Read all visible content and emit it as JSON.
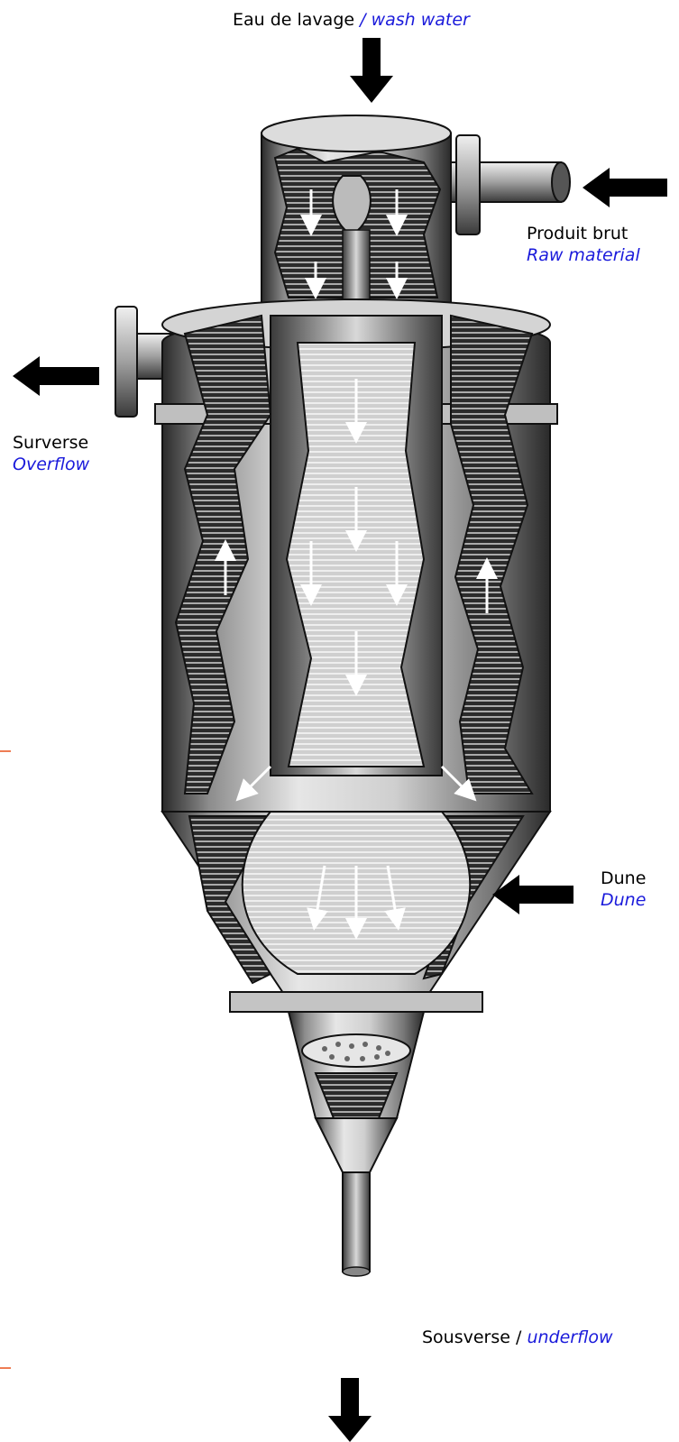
{
  "labels": {
    "wash_water": {
      "fr": "Eau de lavage",
      "en": "/ wash water"
    },
    "raw_material": {
      "fr": "Produit brut",
      "en": "Raw material"
    },
    "overflow": {
      "fr": "Surverse",
      "en": "Overflow"
    },
    "dune": {
      "fr": "Dune",
      "en": "Dune"
    },
    "underflow": {
      "fr": "Sousverse /",
      "en": "underflow"
    }
  },
  "colors": {
    "french_text": "#000000",
    "english_text": "#1a1adb",
    "edge_accent": "#e8501a",
    "vessel_dark": "#1c1c1c",
    "vessel_mid": "#9a9a9a",
    "vessel_light": "#eeeeee"
  },
  "icons": {
    "inflow_arrow": "arrow-down-icon",
    "outflow_arrow": "arrow-left-icon"
  }
}
